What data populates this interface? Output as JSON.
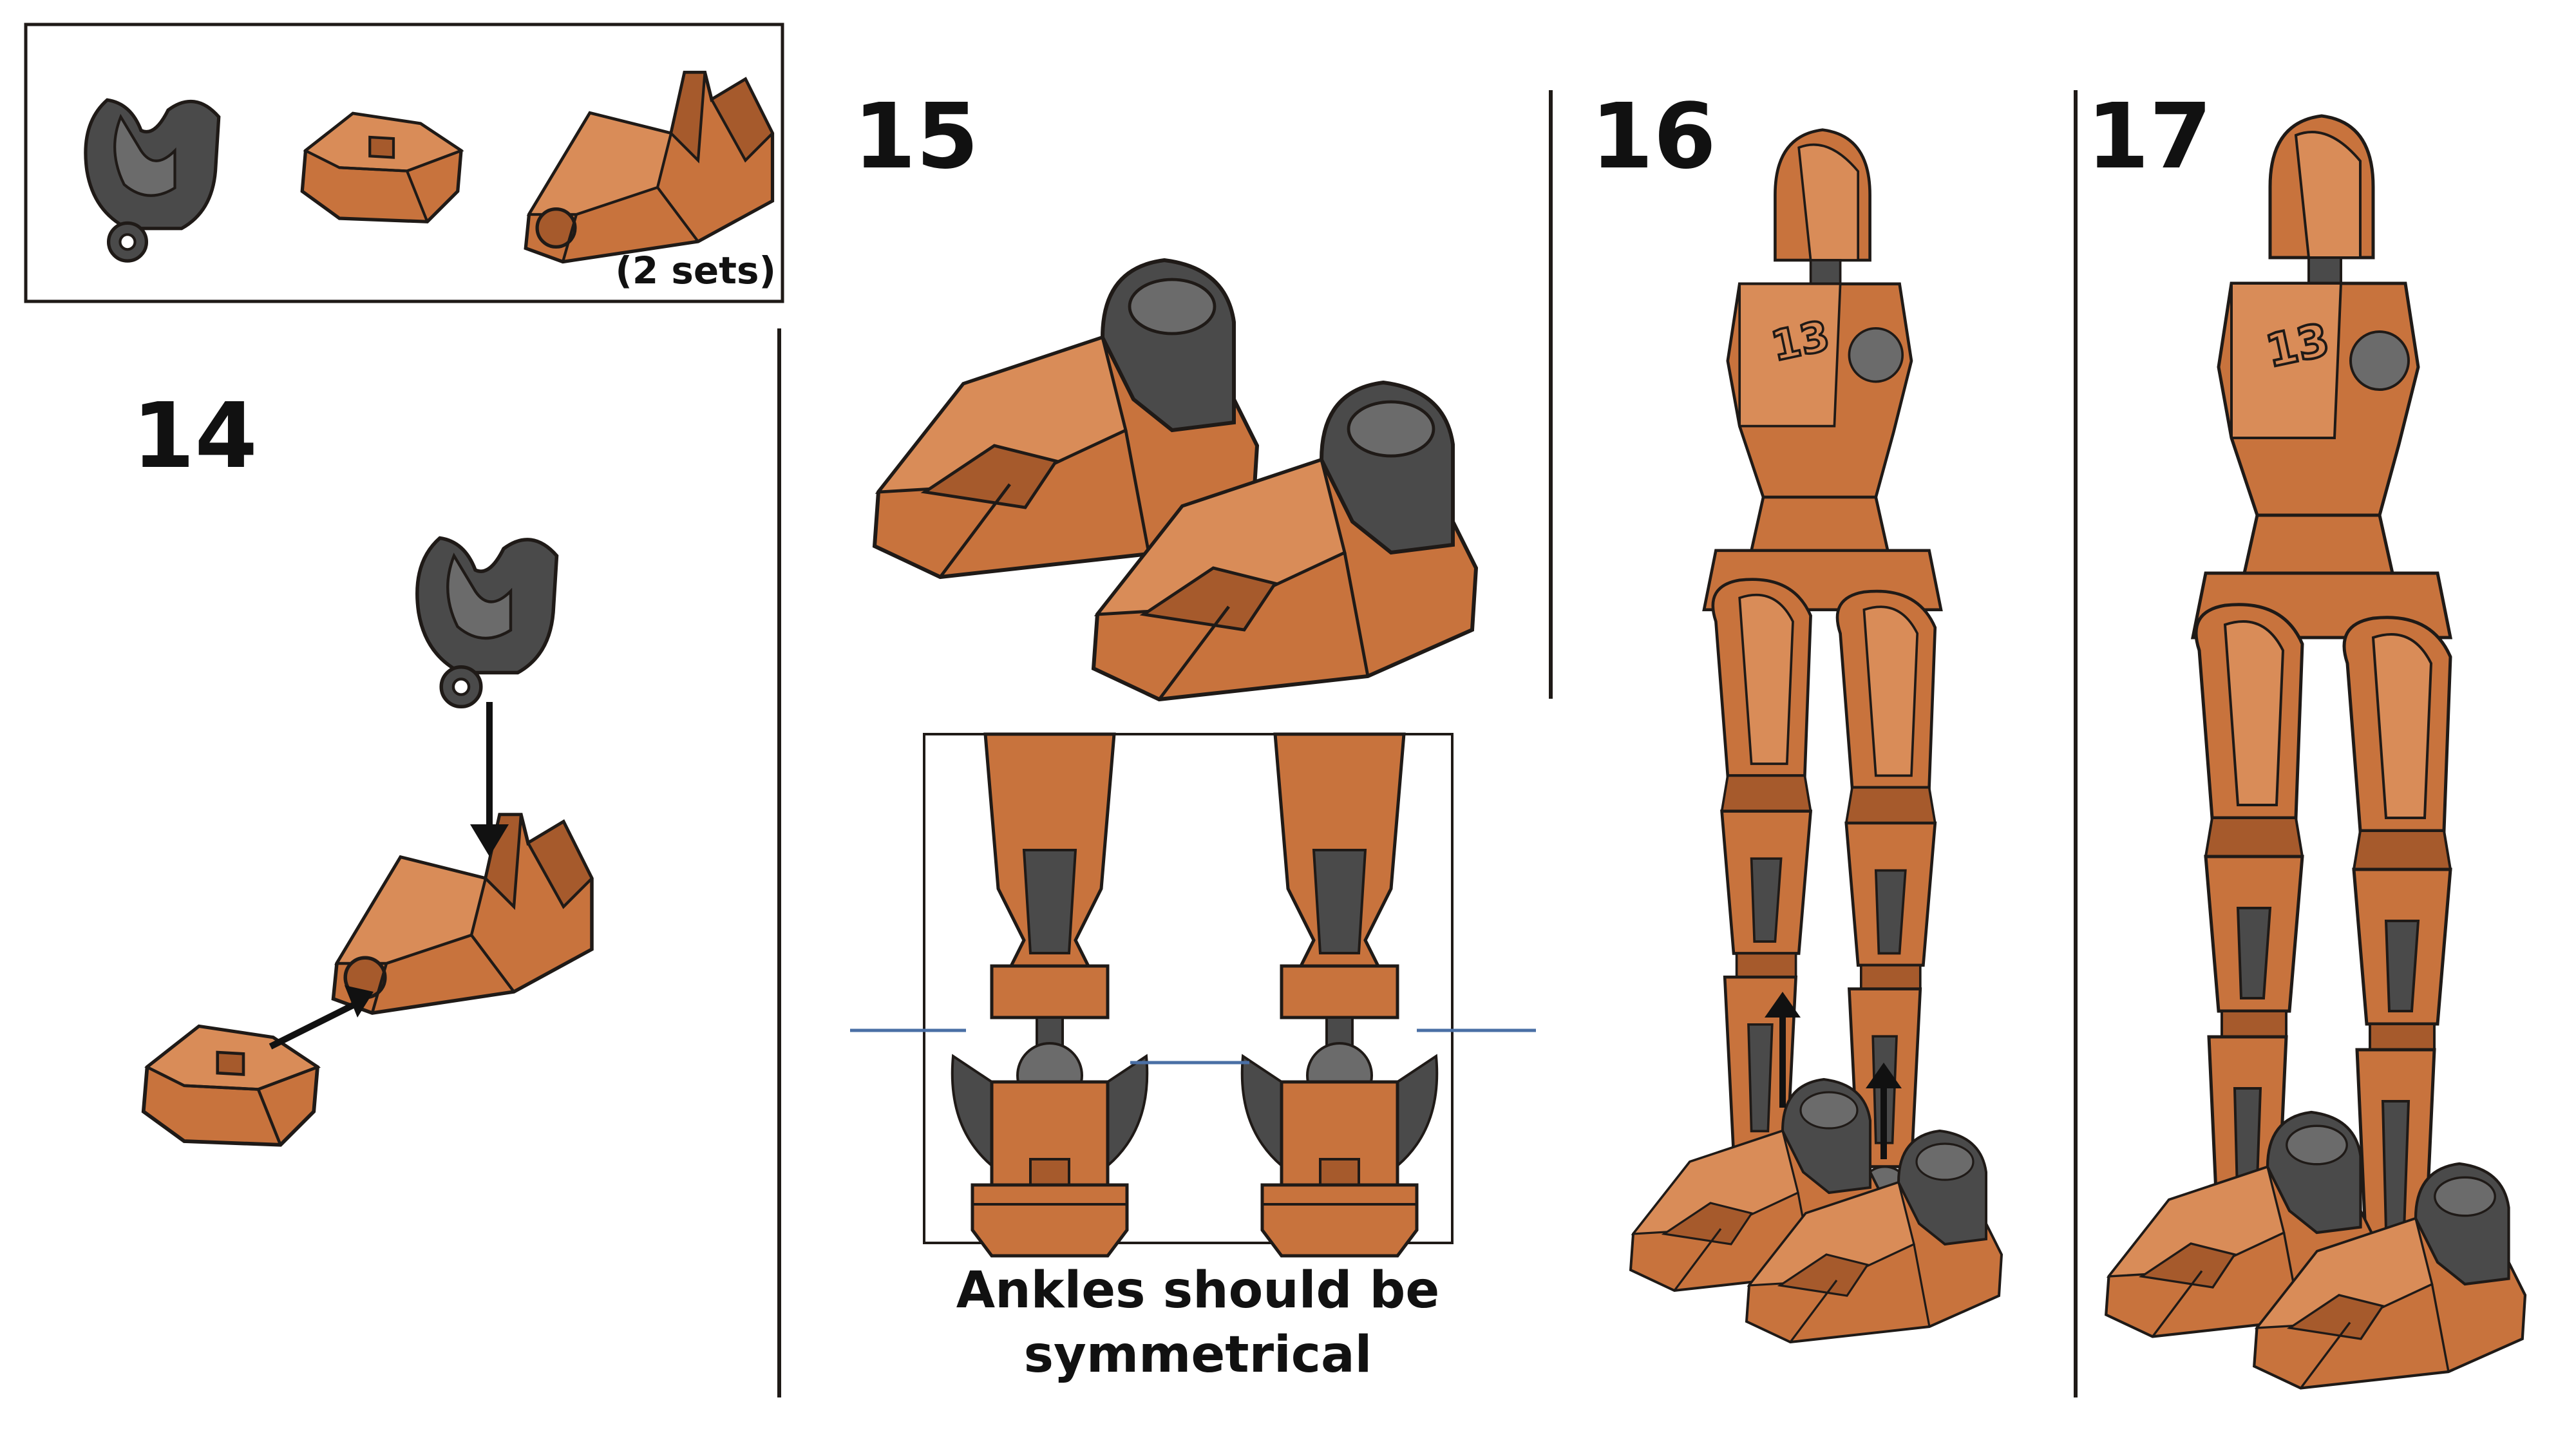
{
  "colors": {
    "orange": "#c8733d",
    "orange_light": "#d98c58",
    "orange_dark": "#a65a2c",
    "gray": "#4a4a4a",
    "gray_light": "#6b6b6b",
    "outline": "#1f1a17",
    "guide": "#4a6fa5"
  },
  "parts_box": {
    "sets_label": "(2 sets)"
  },
  "steps": {
    "s14": "14",
    "s15": "15",
    "s16": "16",
    "s17": "17"
  },
  "note": {
    "line1": "Ankles should be",
    "line2": "symmetrical"
  },
  "icons": [
    "ankle-socket-part-icon",
    "toe-cap-part-icon",
    "foot-body-part-icon",
    "assembly-arrow-icon"
  ]
}
